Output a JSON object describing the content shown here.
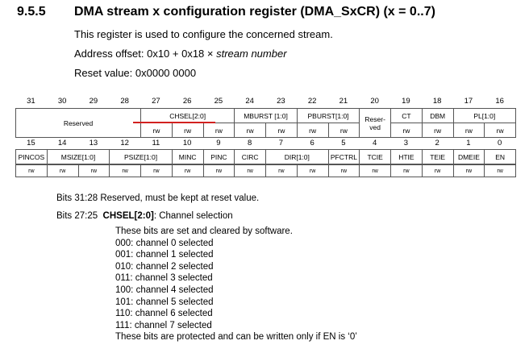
{
  "section": {
    "number": "9.5.5",
    "title": "DMA stream x configuration register (DMA_SxCR) (x = 0..7)"
  },
  "intro": {
    "line1": "This register is used to configure the concerned stream.",
    "address_prefix": "Address offset: 0x10 + 0x18 × ",
    "address_italic": "stream number",
    "reset": "Reset value: 0x0000 0000"
  },
  "register": {
    "upper_bits": [
      "31",
      "30",
      "29",
      "28",
      "27",
      "26",
      "25",
      "24",
      "23",
      "22",
      "21",
      "20",
      "19",
      "18",
      "17",
      "16"
    ],
    "lower_bits": [
      "15",
      "14",
      "13",
      "12",
      "11",
      "10",
      "9",
      "8",
      "7",
      "6",
      "5",
      "4",
      "3",
      "2",
      "1",
      "0"
    ],
    "upper_fields": {
      "reserved": "Reserved",
      "chsel": "CHSEL[2:0]",
      "mburst": "MBURST [1:0]",
      "pburst": "PBURST[1:0]",
      "reserved2": "Reser-\nved",
      "ct": "CT",
      "dbm": "DBM",
      "pl": "PL[1:0]"
    },
    "lower_fields": {
      "pincos": "PINCOS",
      "msize": "MSIZE[1:0]",
      "psize": "PSIZE[1:0]",
      "minc": "MINC",
      "pinc": "PINC",
      "circ": "CIRC",
      "dir": "DIR[1:0]",
      "pfctrl": "PFCTRL",
      "tcie": "TCIE",
      "htie": "HTIE",
      "teie": "TEIE",
      "dmeie": "DMEIE",
      "en": "EN"
    },
    "access": "rw"
  },
  "description": {
    "bits_31_28": "Bits 31:28  Reserved, must be kept at reset value.",
    "bits_27_25_prefix": "Bits 27:25  ",
    "bits_27_25_field": "CHSEL[2:0]",
    "bits_27_25_title": ": Channel selection",
    "lines": [
      "These bits are set and cleared by software.",
      "000: channel 0 selected",
      "001: channel 1 selected",
      "010: channel 2 selected",
      "011: channel 3 selected",
      "100: channel 4 selected",
      "101: channel 5 selected",
      "110: channel 6 selected",
      "111: channel 7 selected",
      "These bits are protected and can be written only if EN is ‘0’"
    ]
  }
}
